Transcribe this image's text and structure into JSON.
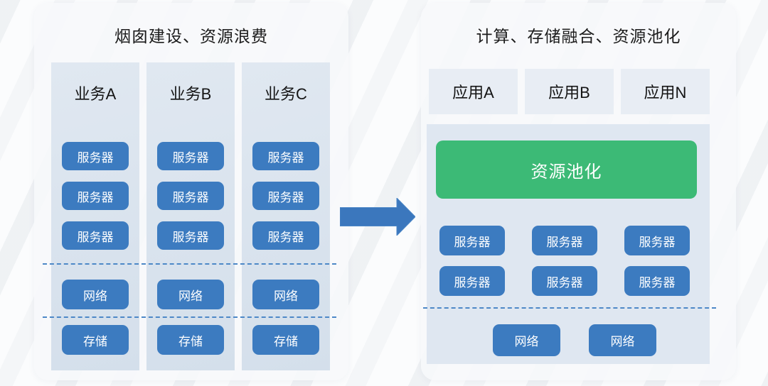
{
  "left_panel": {
    "title": "烟囱建设、资源浪费",
    "columns": [
      {
        "label": "业务A",
        "servers": [
          "服务器",
          "服务器",
          "服务器"
        ],
        "network": "网络",
        "storage": "存储"
      },
      {
        "label": "业务B",
        "servers": [
          "服务器",
          "服务器",
          "服务器"
        ],
        "network": "网络",
        "storage": "存储"
      },
      {
        "label": "业务C",
        "servers": [
          "服务器",
          "服务器",
          "服务器"
        ],
        "network": "网络",
        "storage": "存储"
      }
    ]
  },
  "right_panel": {
    "title": "计算、存储融合、资源池化",
    "apps": [
      "应用A",
      "应用B",
      "应用N"
    ],
    "pool_label": "资源池化",
    "servers": [
      "服务器",
      "服务器",
      "服务器",
      "服务器",
      "服务器",
      "服务器"
    ],
    "networks": [
      "网络",
      "网络"
    ]
  },
  "colors": {
    "box_blue": "#3c7bc0",
    "pool_green": "#3cba76",
    "dashed_line_blue": "#4d88c7",
    "silo_fill": "#d6e1ed",
    "app_fill": "#e8edf4",
    "container_fill": "#dfe7f1"
  }
}
